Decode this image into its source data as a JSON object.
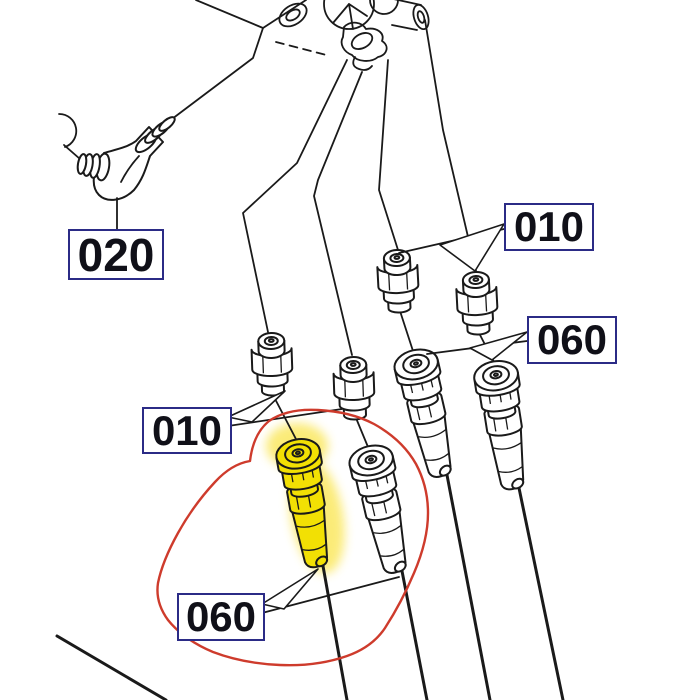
{
  "diagram_title": "hydraulic-fittings-parts-diagram",
  "labels": [
    {
      "id": "label-020",
      "text": "020"
    },
    {
      "id": "label-010-top",
      "text": "010"
    },
    {
      "id": "label-060-top",
      "text": "060"
    },
    {
      "id": "label-010-bottom",
      "text": "010"
    },
    {
      "id": "label-060-bottom",
      "text": "060"
    }
  ],
  "parts": {
    "elbow_fitting_label": "020",
    "nipple_fitting_label": "010",
    "coupler_fitting_label": "060",
    "nipple_count": 4,
    "coupler_count": 4
  },
  "highlight": {
    "highlighted_part_label": "060",
    "marker": "red-freehand-circle",
    "fill": "yellow-highlighter"
  },
  "colors": {
    "background": "#ffffff",
    "line": "#1a1a1a",
    "label_border": "#2b2b86",
    "label_text": "#101018",
    "highlight_yellow": "#f2e004",
    "highlight_glow": "#fbe96a",
    "circle_red": "#ce3b2c"
  }
}
